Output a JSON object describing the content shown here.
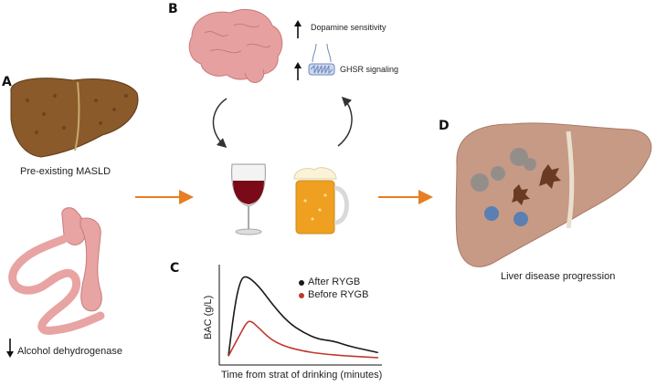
{
  "panels": {
    "a": {
      "letter": "A",
      "liver_caption": "Pre-existing MASLD",
      "stomach_caption": "Alcohol dehydrogenase"
    },
    "b": {
      "letter": "B",
      "dopamine_label": "Dopamine sensitivity",
      "ghsr_label": "GHSR signaling"
    },
    "c": {
      "letter": "C",
      "ylabel": "BAC (g/L)",
      "xlabel": "Time from strat of drinking (minutes)"
    },
    "d": {
      "letter": "D",
      "liver_caption": "Liver disease progression"
    }
  },
  "chart_data": {
    "type": "line",
    "xlabel": "Time from strat of drinking (minutes)",
    "ylabel": "BAC (g/L)",
    "legend_position": "top-right",
    "series": [
      {
        "name": "After RYGB",
        "color": "#1a1a1a",
        "points": [
          [
            0,
            0.02
          ],
          [
            0.04,
            0.6
          ],
          [
            0.08,
            0.93
          ],
          [
            0.12,
            0.98
          ],
          [
            0.2,
            0.86
          ],
          [
            0.3,
            0.62
          ],
          [
            0.4,
            0.42
          ],
          [
            0.5,
            0.3
          ],
          [
            0.6,
            0.22
          ],
          [
            0.7,
            0.2
          ],
          [
            0.8,
            0.14
          ],
          [
            0.9,
            0.1
          ],
          [
            1.0,
            0.06
          ]
        ]
      },
      {
        "name": "Before RYGB",
        "color": "#c0392b",
        "points": [
          [
            0,
            0.02
          ],
          [
            0.06,
            0.22
          ],
          [
            0.12,
            0.42
          ],
          [
            0.15,
            0.44
          ],
          [
            0.2,
            0.36
          ],
          [
            0.28,
            0.22
          ],
          [
            0.38,
            0.13
          ],
          [
            0.5,
            0.08
          ],
          [
            0.6,
            0.05
          ],
          [
            0.8,
            0.02
          ],
          [
            1.0,
            0.0
          ]
        ]
      }
    ]
  },
  "colors": {
    "arrow": "#e67e22",
    "liver": "#8a5a2b",
    "liver_d": "#c79a86",
    "stomach": "#e8a3a3",
    "brain": "#e7a0a0",
    "wine": "#7a0a18",
    "beer": "#f0a020"
  },
  "icons": [
    "liver-icon",
    "stomach-icon",
    "brain-icon",
    "receptor-icon",
    "wine-glass-icon",
    "beer-mug-icon",
    "diseased-liver-icon"
  ]
}
